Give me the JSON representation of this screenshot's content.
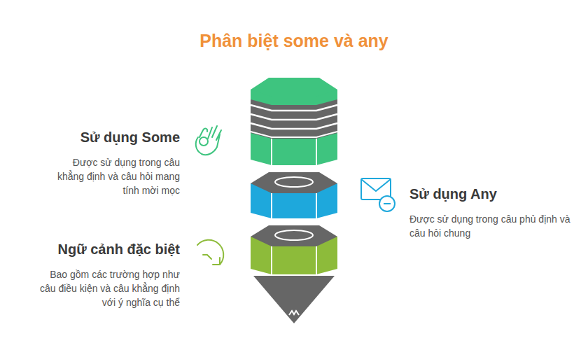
{
  "diagram": {
    "title": "Phân biệt some và any",
    "nodes": [
      {
        "text": [
          "Sử dụng Some",
          "Được sử dụng trong câu khẳng định và câu hỏi mang tính mời mọc"
        ]
      },
      {
        "text": [
          "Sử dụng Any",
          "Được sử dụng trong câu phủ định và câu hỏi chung"
        ]
      },
      {
        "text": [
          "Ngữ cảnh đặc biệt",
          "Bao gồm các trường hợp như câu điều kiện và câu khẳng định với ý nghĩa cụ thể"
        ]
      }
    ]
  }
}
